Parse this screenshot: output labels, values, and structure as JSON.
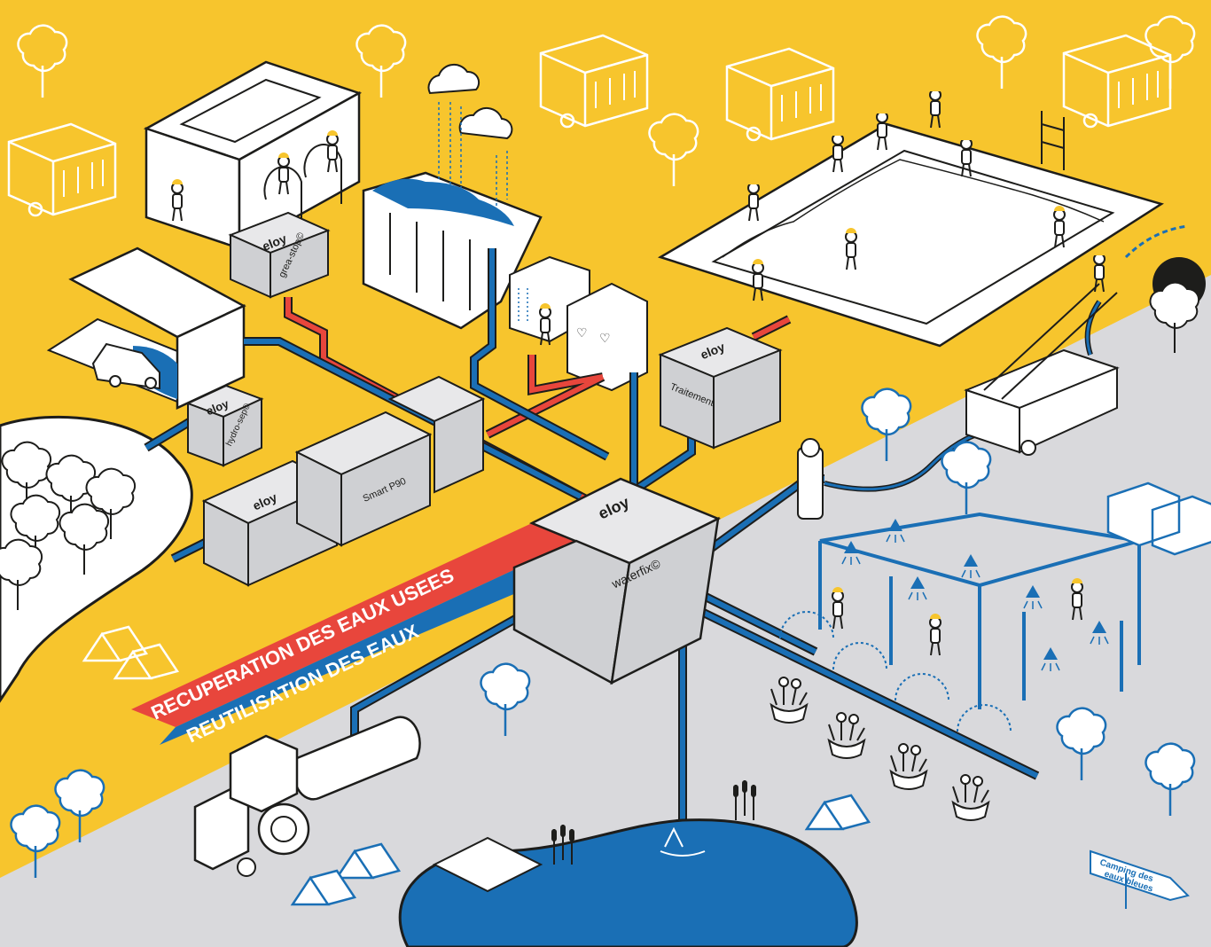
{
  "colors": {
    "yellow": "#f7c52d",
    "grey": "#d9d9dc",
    "blue": "#1a6fb5",
    "red": "#e8463c",
    "dark": "#1d1d1b",
    "box": "#cfd0d3"
  },
  "units": {
    "greastop": {
      "brand": "eloy",
      "label": "grea-stop©"
    },
    "hydrosep": {
      "brand": "eloy",
      "label": "hydro-sep©"
    },
    "bio": {
      "brand": "eloy"
    },
    "smart": {
      "label": "Smart P90"
    },
    "traitement": {
      "brand": "eloy",
      "label": "Traitement"
    },
    "waterfix": {
      "brand": "eloy",
      "label": "waterfix©"
    }
  },
  "banners": {
    "recovery": "RECUPERATION DES EAUX USEES",
    "reuse": "REUTILISATION DES EAUX"
  },
  "sign": {
    "line1": "Camping des",
    "line2": "eaux bleues"
  },
  "icons": [
    "tree-icon",
    "caravan-icon",
    "tent-icon",
    "cloud-icon",
    "person-icon",
    "sprinkler-icon",
    "car-icon",
    "tractor-icon",
    "fire-truck-icon",
    "hydrant-icon",
    "flower-icon",
    "reed-icon"
  ]
}
